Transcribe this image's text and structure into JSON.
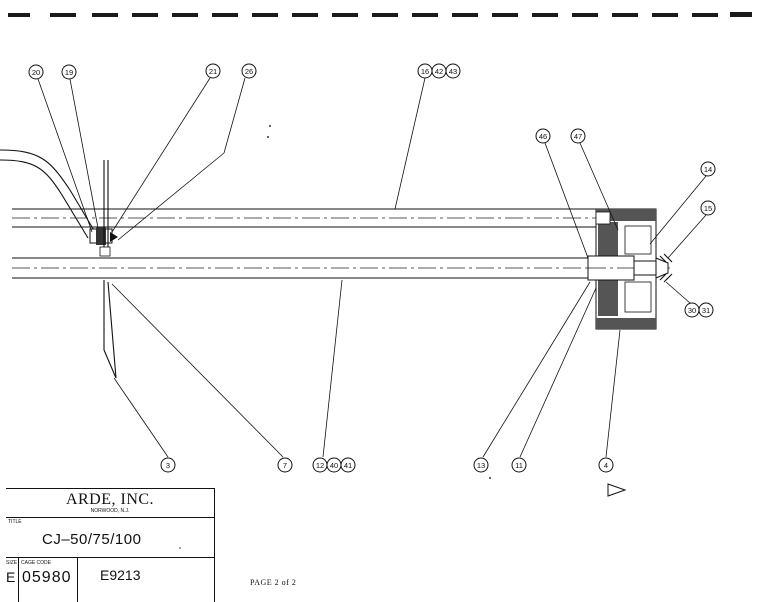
{
  "drawing": {
    "balloons": {
      "b20": "20",
      "b19": "19",
      "b21": "21",
      "b26": "26",
      "b16": "16",
      "b42": "42",
      "b43": "43",
      "b46": "46",
      "b47": "47",
      "b14": "14",
      "b15": "15",
      "b30": "30",
      "b31": "31",
      "b3": "3",
      "b7": "7",
      "b12": "12",
      "b40": "40",
      "b41": "41",
      "b13": "13",
      "b11": "11",
      "b4": "4"
    }
  },
  "title_block": {
    "company": "ARDE, INC.",
    "city": "NORWOOD, N.J.",
    "title_label": "TITLE",
    "title_value": "CJ–50/75/100",
    "size_label": "SIZE",
    "size_value": "E",
    "cage_label": "CAGE CODE",
    "cage_value": "05980",
    "dwg_value": "E9213"
  },
  "page_note": "PAGE 2 of 2"
}
